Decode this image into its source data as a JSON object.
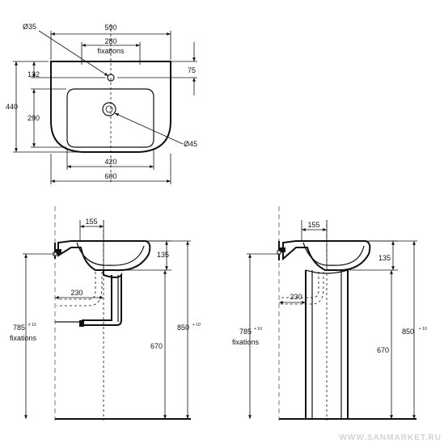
{
  "labels": {
    "d35": "Ø35",
    "w590": "590",
    "w280": "280",
    "fixations_top": "fixations",
    "h132": "132",
    "h75": "75",
    "h440": "440",
    "h290": "290",
    "d45": "Ø45",
    "w420": "420",
    "w600": "600",
    "left_155": "155",
    "left_135": "135",
    "left_230": "230",
    "left_785": "785",
    "left_785_tol": "± 10",
    "left_fixations": "fixations",
    "left_850": "850",
    "left_850_tol": "+ 10",
    "left_670": "670",
    "right_155": "155",
    "right_135": "135",
    "right_230": "230",
    "right_785": "785",
    "right_785_tol": "+ 10",
    "right_fixations": "fixations",
    "right_850": "850",
    "right_850_tol": "+ 10",
    "right_670": "670",
    "watermark": "WWW.SANMARKET.RU"
  }
}
